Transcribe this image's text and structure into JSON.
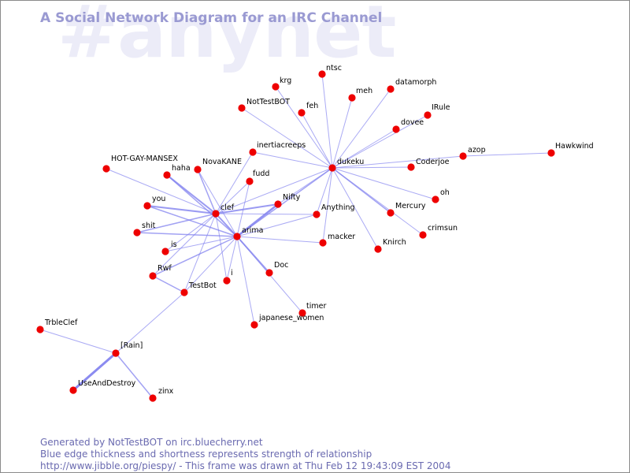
{
  "watermark": "#anynet",
  "title": "A Social Network Diagram for an IRC Channel",
  "footer": {
    "line1": "Generated by NotTestBOT on irc.bluecherry.net",
    "line2": "Blue edge thickness and shortness represents strength of relationship",
    "line3": "http://www.jibble.org/piespy/ - This frame was drawn at Thu Feb 12 19:43:09 EST 2004"
  },
  "colors": {
    "node": "#ee0000",
    "edge": "#8080ee",
    "title": "#9a9ad2",
    "footer": "#6a6ab0",
    "watermark": "#ececf8"
  },
  "nodes": [
    "dukeku",
    "clef",
    "arima",
    "[Rain]",
    "TestBot",
    "ntsc",
    "krg",
    "meh",
    "datamorph",
    "NotTestBOT",
    "feh",
    "IRule",
    "dovee",
    "inertiacreeps",
    "azop",
    "Hawkwind",
    "HOT-GAY-MANSEX",
    "haha",
    "NovaKANE",
    "Coderjoe",
    "fudd",
    "oh",
    "Nifty",
    "you",
    "Anything",
    "Mercury",
    "shit",
    "crimsun",
    "macker",
    "Knirch",
    "is",
    "Rwf",
    "i",
    "Doc",
    "timer",
    "japanese_women",
    "TrbleClef",
    "UseAndDestroy",
    "zinx"
  ],
  "edges": [
    [
      "dukeku",
      "ntsc",
      1
    ],
    [
      "dukeku",
      "krg",
      1
    ],
    [
      "dukeku",
      "meh",
      1
    ],
    [
      "dukeku",
      "datamorph",
      1
    ],
    [
      "dukeku",
      "NotTestBOT",
      1
    ],
    [
      "dukeku",
      "feh",
      1
    ],
    [
      "dukeku",
      "IRule",
      1
    ],
    [
      "dukeku",
      "dovee",
      1
    ],
    [
      "dukeku",
      "inertiacreeps",
      1
    ],
    [
      "dukeku",
      "Coderjoe",
      1
    ],
    [
      "dukeku",
      "azop",
      1
    ],
    [
      "dukeku",
      "oh",
      1
    ],
    [
      "dukeku",
      "Mercury",
      1.5
    ],
    [
      "dukeku",
      "crimsun",
      1
    ],
    [
      "dukeku",
      "Knirch",
      1
    ],
    [
      "dukeku",
      "macker",
      1
    ],
    [
      "dukeku",
      "Anything",
      1
    ],
    [
      "dukeku",
      "clef",
      1
    ],
    [
      "dukeku",
      "arima",
      1.5
    ],
    [
      "dukeku",
      "Nifty",
      1
    ],
    [
      "azop",
      "Hawkwind",
      1
    ],
    [
      "clef",
      "HOT-GAY-MANSEX",
      1
    ],
    [
      "clef",
      "haha",
      2
    ],
    [
      "clef",
      "NovaKANE",
      1.5
    ],
    [
      "clef",
      "inertiacreeps",
      1
    ],
    [
      "clef",
      "fudd",
      1
    ],
    [
      "clef",
      "Nifty",
      2
    ],
    [
      "clef",
      "you",
      2
    ],
    [
      "clef",
      "shit",
      1.5
    ],
    [
      "clef",
      "is",
      1
    ],
    [
      "clef",
      "Rwf",
      1
    ],
    [
      "clef",
      "i",
      1
    ],
    [
      "clef",
      "TestBot",
      1
    ],
    [
      "clef",
      "arima",
      2
    ],
    [
      "clef",
      "Anything",
      1
    ],
    [
      "arima",
      "haha",
      1.5
    ],
    [
      "arima",
      "NovaKANE",
      1
    ],
    [
      "arima",
      "Nifty",
      2.5
    ],
    [
      "arima",
      "Doc",
      2
    ],
    [
      "arima",
      "timer",
      1
    ],
    [
      "arima",
      "japanese_women",
      1
    ],
    [
      "arima",
      "macker",
      1
    ],
    [
      "arima",
      "Anything",
      1
    ],
    [
      "arima",
      "shit",
      1.5
    ],
    [
      "arima",
      "is",
      1
    ],
    [
      "arima",
      "Rwf",
      1.5
    ],
    [
      "arima",
      "i",
      1
    ],
    [
      "arima",
      "TestBot",
      1
    ],
    [
      "arima",
      "you",
      1.5
    ],
    [
      "arima",
      "fudd",
      1
    ],
    [
      "TestBot",
      "Rwf",
      1.5
    ],
    [
      "TestBot",
      "[Rain]",
      1
    ],
    [
      "[Rain]",
      "TrbleClef",
      1
    ],
    [
      "[Rain]",
      "UseAndDestroy",
      3
    ],
    [
      "[Rain]",
      "zinx",
      1.5
    ]
  ]
}
